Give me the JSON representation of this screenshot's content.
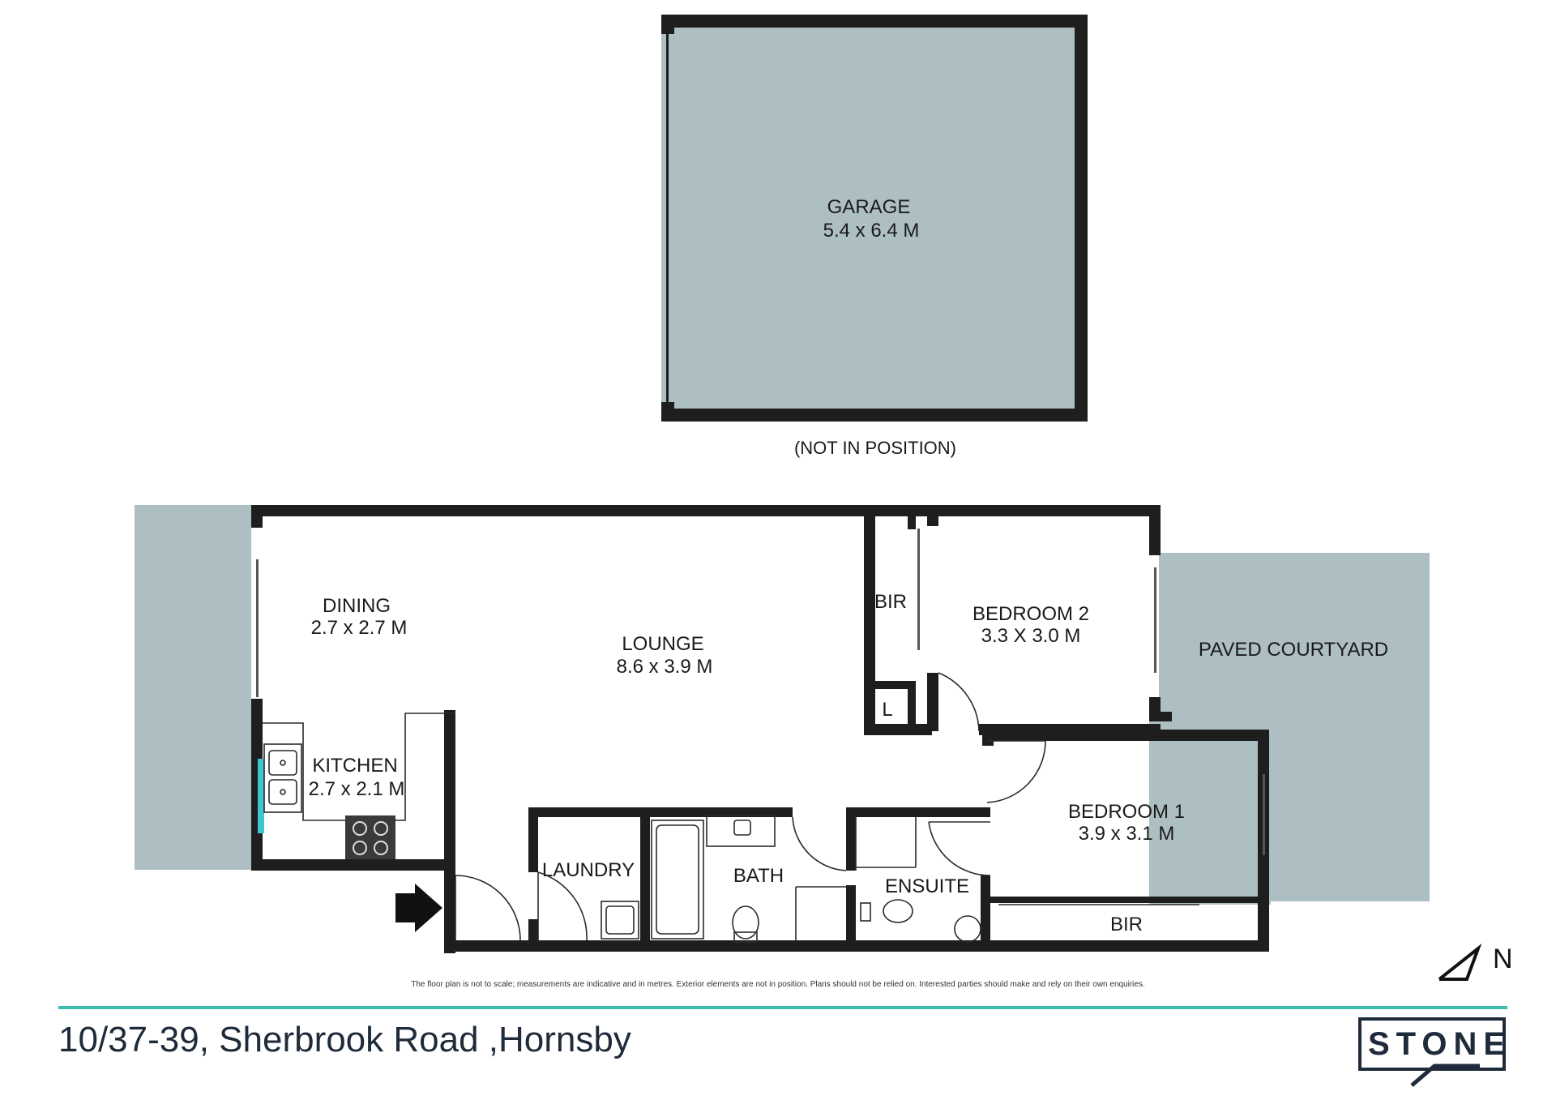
{
  "rooms": {
    "garage": {
      "name": "GARAGE",
      "size": "5.4 x 6.4 M"
    },
    "garage_note": "(NOT IN POSITION)",
    "dining": {
      "name": "DINING",
      "size": "2.7 x 2.7 M"
    },
    "lounge": {
      "name": "LOUNGE",
      "size": "8.6 x 3.9 M"
    },
    "kitchen": {
      "name": "KITCHEN",
      "size": "2.7 x 2.1 M"
    },
    "bir_top": "BIR",
    "linen": "L",
    "bedroom2": {
      "name": "BEDROOM 2",
      "size": "3.3 X 3.0 M"
    },
    "courtyard": "PAVED COURTYARD",
    "bedroom1": {
      "name": "BEDROOM 1",
      "size": "3.9 x 3.1 M"
    },
    "laundry": "LAUNDRY",
    "bath": "BATH",
    "ensuite": "ENSUITE",
    "bir_bottom": "BIR"
  },
  "disclaimer": "The floor plan is not to scale; measurements are indicative and in metres. Exterior elements are not in position. Plans should not be relied on. Interested parties should make and rely on their own enquiries.",
  "address": "10/37-39, Sherbrook Road ,Hornsby",
  "logo": "STONE",
  "north_label": "N",
  "colors": {
    "outdoor": "#adbfc3",
    "wall": "#1e1e1e",
    "accent": "#3fbdb2",
    "brand": "#1f2b3a",
    "window": "#3ec6cf"
  }
}
